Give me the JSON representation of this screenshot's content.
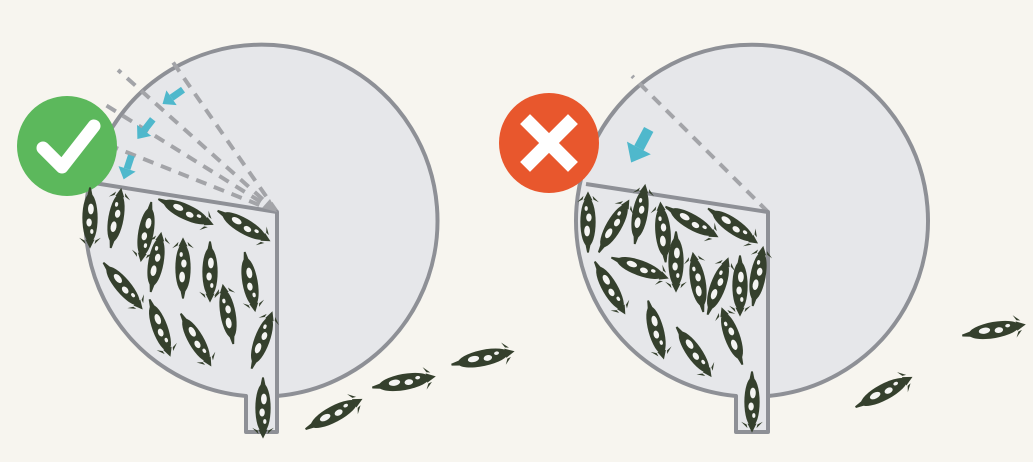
{
  "panels": [
    {
      "id": "correct",
      "badge": {
        "kind": "check",
        "icon": "checkmark-icon",
        "color": "#5cb85c"
      },
      "gate_moves": 3,
      "arrow_color": "#4fb8cc"
    },
    {
      "id": "incorrect",
      "badge": {
        "kind": "cross",
        "icon": "cross-icon",
        "color": "#e8572d"
      },
      "gate_moves": 1,
      "arrow_color": "#4fb8cc"
    }
  ],
  "colors": {
    "background": "#f7f5ef",
    "pen_fill": "#e6e7ea",
    "pen_stroke": "#8e9096",
    "dashed": "#a3a4a8",
    "cattle": "#35402d",
    "cattle_marking": "#f4f4f2"
  }
}
